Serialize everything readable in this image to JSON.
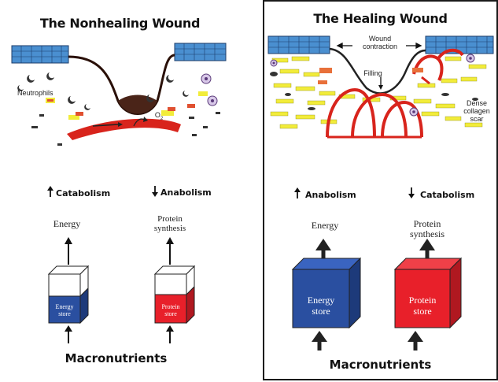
{
  "left": {
    "title": "The Nonhealing Wound",
    "neutrophils_label": "Neutrophils",
    "o2_label": "O",
    "o2_sub": "2",
    "catabolism": "Catabolism",
    "anabolism": "Anabolism",
    "energy": "Energy",
    "protein_synthesis_1": "Protein",
    "protein_synthesis_2": "synthesis",
    "energy_store_1": "Energy",
    "energy_store_2": "store",
    "protein_store_1": "Protein",
    "protein_store_2": "store",
    "macronutrients": "Macronutrients"
  },
  "right": {
    "title": "The Healing Wound",
    "wound_contraction_1": "Wound",
    "wound_contraction_2": "contraction",
    "filling": "Filling",
    "dense_1": "Dense",
    "dense_2": "collagen",
    "dense_3": "scar",
    "anabolism": "Anabolism",
    "catabolism": "Catabolism",
    "energy": "Energy",
    "protein_synthesis_1": "Protein",
    "protein_synthesis_2": "synthesis",
    "energy_store_1": "Energy",
    "energy_store_2": "store",
    "protein_store_1": "Protein",
    "protein_store_2": "store",
    "macronutrients": "Macronutrients"
  },
  "colors": {
    "blue_store": "#2a4fa0",
    "red_store": "#e8202a",
    "skin_blue": "#4a8fd0",
    "collagen_yellow": "#f2ec3a",
    "vessel_red": "#d8241c",
    "wound_brown": "#4a2418"
  }
}
